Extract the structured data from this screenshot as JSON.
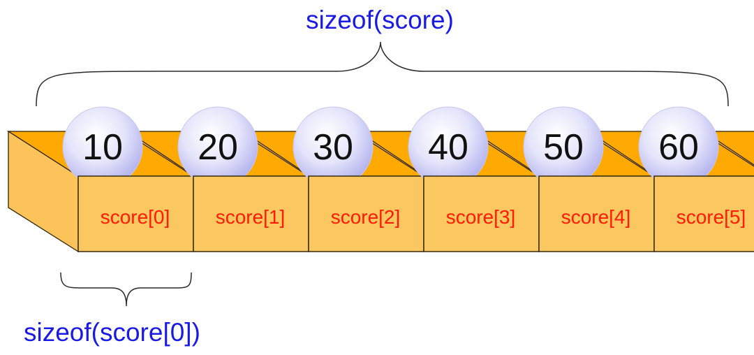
{
  "title_label": "sizeof(score)",
  "element_size_label": "sizeof(score[0])",
  "array": {
    "elements": [
      {
        "value": "10",
        "label": "score[0]"
      },
      {
        "value": "20",
        "label": "score[1]"
      },
      {
        "value": "30",
        "label": "score[2]"
      },
      {
        "value": "40",
        "label": "score[3]"
      },
      {
        "value": "50",
        "label": "score[4]"
      },
      {
        "value": "60",
        "label": "score[5]"
      }
    ]
  },
  "colors": {
    "box_front": "#fbc761",
    "box_top": "#ffa903",
    "box_side": "#fbc35a",
    "box_edge": "#2b2000",
    "ball_center": "#fbfbff",
    "ball_edge": "#b7b7f2",
    "label_red": "#ff1a00",
    "label_blue": "#1a1ae6"
  }
}
